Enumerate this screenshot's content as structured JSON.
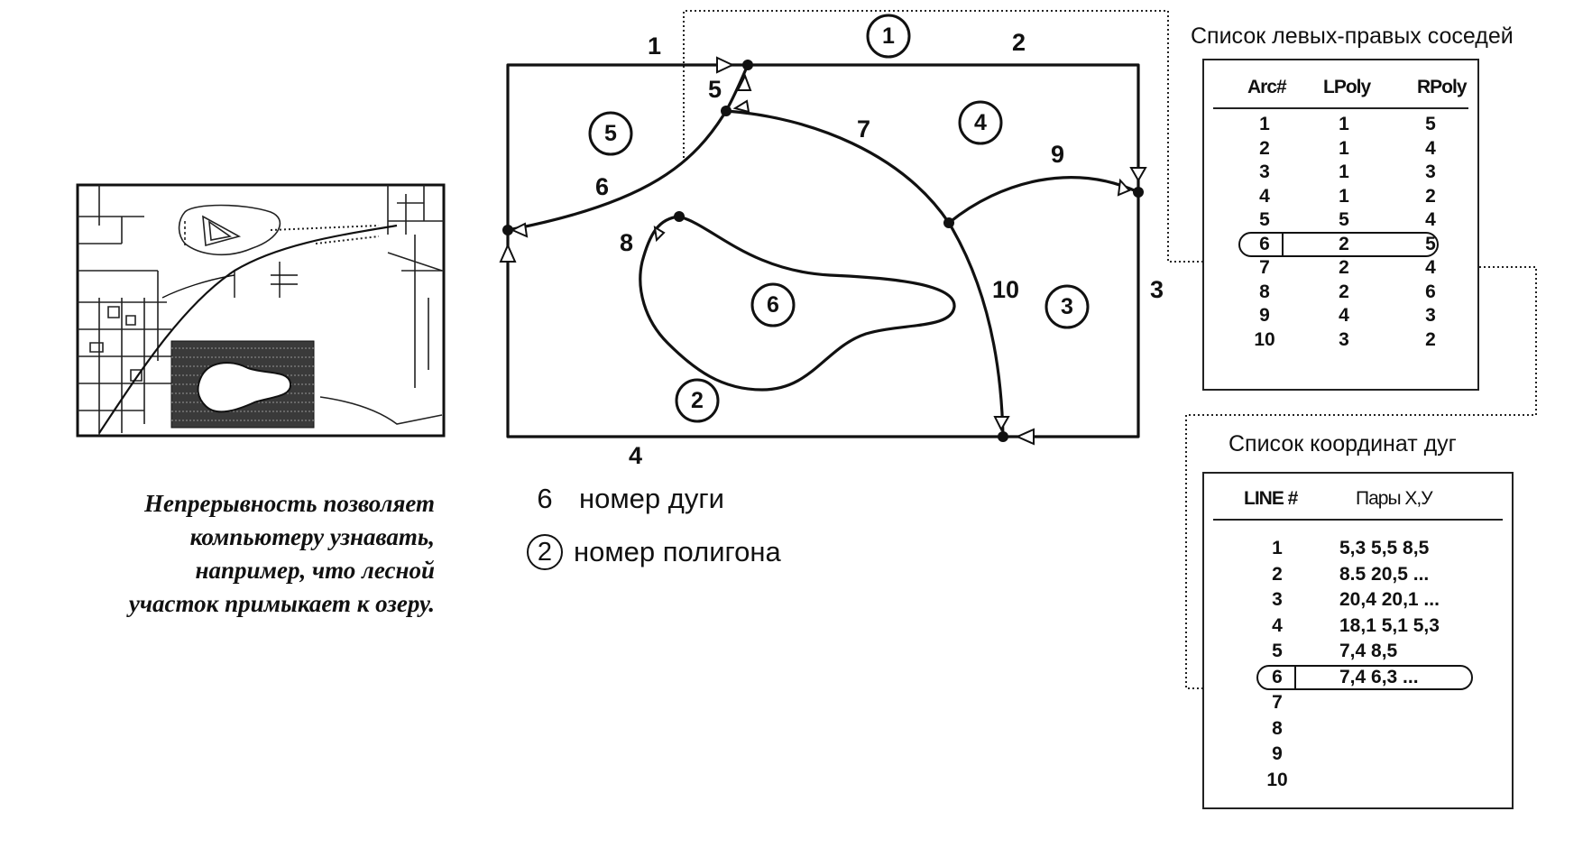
{
  "caption_lines": [
    "Непрерывность позволяет",
    "компьютеру узнавать,",
    "например, что лесной",
    "участок примыкает к озеру."
  ],
  "arc_labels": [
    "1",
    "2",
    "3",
    "4",
    "5",
    "6",
    "7",
    "8",
    "9",
    "10"
  ],
  "polygon_labels": [
    "1",
    "2",
    "3",
    "4",
    "5",
    "6"
  ],
  "legend": {
    "arc_sample": "6",
    "arc_text": "номер дуги",
    "polygon_sample": "2",
    "polygon_text": "номер полигона"
  },
  "neighbors_table": {
    "title": "Список левых-правых соседей",
    "headers": [
      "Arc#",
      "LPoly",
      "RPoly"
    ],
    "rows": [
      [
        "1",
        "1",
        "5"
      ],
      [
        "2",
        "1",
        "4"
      ],
      [
        "3",
        "1",
        "3"
      ],
      [
        "4",
        "1",
        "2"
      ],
      [
        "5",
        "5",
        "4"
      ],
      [
        "6",
        "2",
        "5"
      ],
      [
        "7",
        "2",
        "4"
      ],
      [
        "8",
        "2",
        "6"
      ],
      [
        "9",
        "4",
        "3"
      ],
      [
        "10",
        "3",
        "2"
      ]
    ],
    "highlighted_row": "6"
  },
  "coords_table": {
    "title": "Список координат дуг",
    "headers": [
      "LINE #",
      "Пары Х,У"
    ],
    "rows": [
      [
        "1",
        "5,3  5,5  8,5"
      ],
      [
        "2",
        "8.5  20,5 ..."
      ],
      [
        "3",
        "20,4  20,1 ..."
      ],
      [
        "4",
        "18,1  5,1  5,3"
      ],
      [
        "5",
        "7,4  8,5"
      ],
      [
        "6",
        "7,4  6,3 ..."
      ],
      [
        "7",
        ""
      ],
      [
        "8",
        ""
      ],
      [
        "9",
        ""
      ],
      [
        "10",
        ""
      ]
    ],
    "highlighted_row": "6"
  }
}
